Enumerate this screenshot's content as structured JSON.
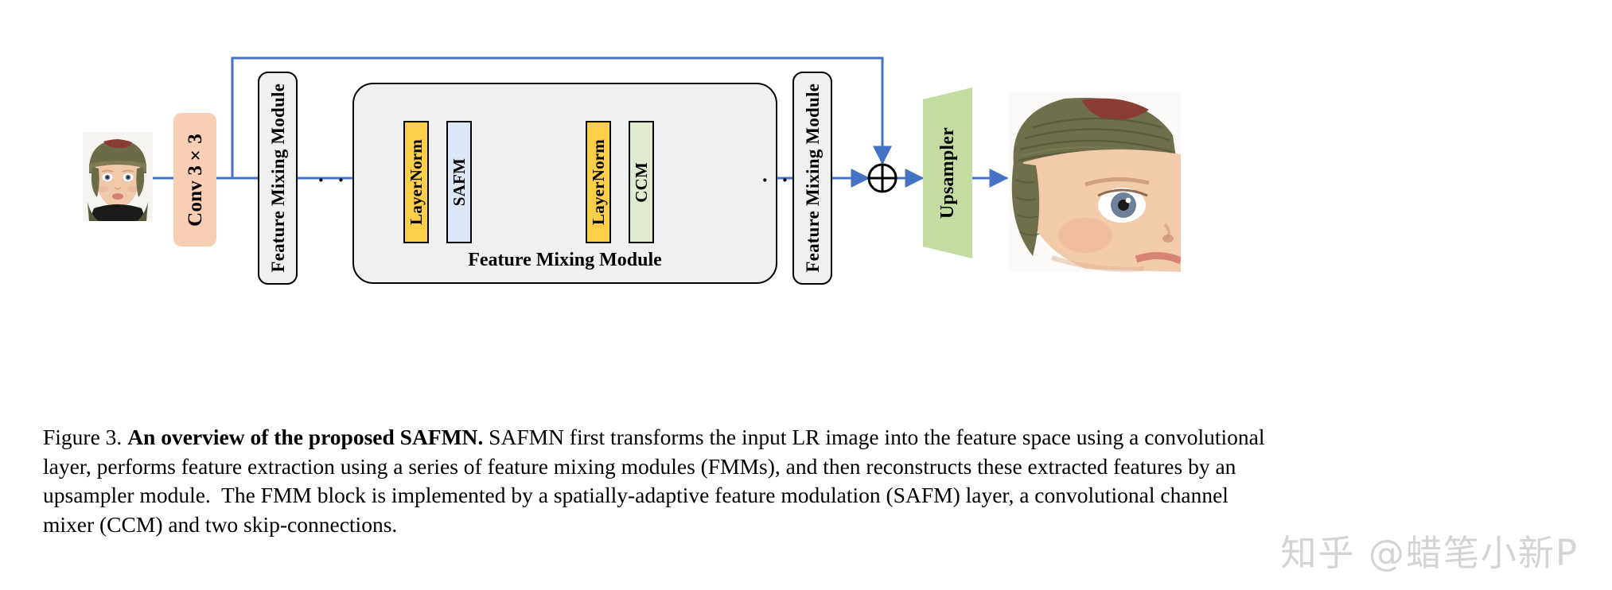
{
  "figure": {
    "label": "Figure 3.",
    "title_bold": "An overview of the proposed SAFMN.",
    "caption_rest_line1": " SAFMN first transforms the input LR image into the feature space using a convolutional",
    "caption_line2": "layer, performs feature extraction using a series of feature mixing modules (FMMs), and then reconstructs these extracted features by an",
    "caption_line3": "upsampler module.  The FMM block is implemented by a spatially-adaptive feature modulation (SAFM) layer, a convolutional channel",
    "caption_line4": "mixer (CCM) and two skip-connections."
  },
  "diagram": {
    "conv_label": "Conv 3×3",
    "fmm_left_label": "Feature Mixing Module",
    "fmm_right_label": "Feature Mixing Module",
    "fmm_detail_title": "Feature Mixing Module",
    "layernorm_1": "LayerNorm",
    "safm": "SAFM",
    "layernorm_2": "LayerNorm",
    "ccm": "CCM",
    "upsampler_label": "Upsampler",
    "dots_left": "· · ·",
    "dots_right": "· · ·",
    "add_symbol": "⊕",
    "input_image_alt": "low-resolution baby photo",
    "output_image_alt": "high-resolution baby photo"
  },
  "colors": {
    "conv_fill": "#f8cfb4",
    "layernorm_fill": "#fccf49",
    "safm_fill": "#dbe7f7",
    "ccm_fill": "#dfead0",
    "upsampler_fill": "#c4dba2",
    "module_fill": "#f0f0f0",
    "flow_arrow": "#4472c4",
    "inner_arrow": "#000000",
    "watermark": "#d4d4d4"
  },
  "watermark": {
    "text": "知乎 @蜡笔小新P"
  }
}
